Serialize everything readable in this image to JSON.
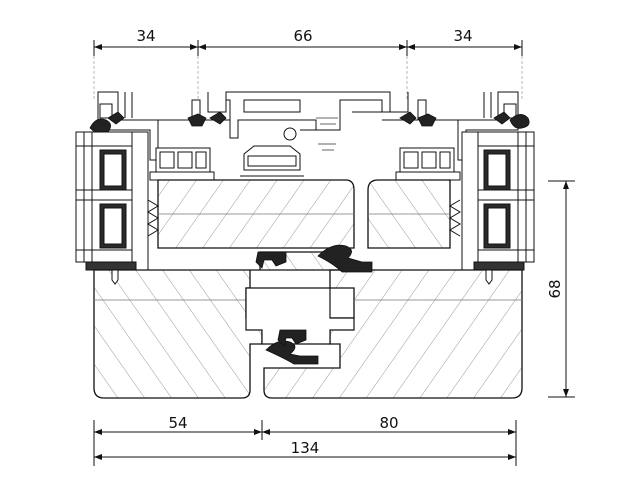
{
  "dimensions": {
    "top_left": "34",
    "top_middle": "66",
    "top_right": "34",
    "bottom_left": "54",
    "bottom_right": "80",
    "overall": "134",
    "height": "68"
  },
  "colors": {
    "line": "#111111",
    "hatch": "#9a9a9a",
    "wood_fill": "#e7e7e7",
    "gasket": "#222222"
  }
}
